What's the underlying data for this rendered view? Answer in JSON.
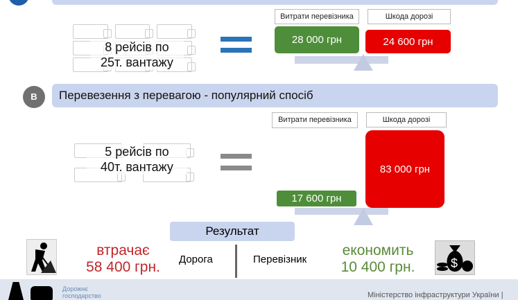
{
  "section_a": {
    "badge": "",
    "trips": "8 рейсів по",
    "load": "25т. вантажу",
    "carrier_label": "Витрати перевізника",
    "road_label": "Шкода дорозі",
    "carrier_cost": "28 000 грн",
    "road_damage": "24 600 грн"
  },
  "section_b": {
    "badge": "B",
    "title": "Перевезення з перевагою - популярний спосіб",
    "trips": "5 рейсів по",
    "load": "40т. вантажу",
    "carrier_label": "Витрати перевізника",
    "road_label": "Шкода дорозі",
    "carrier_cost": "17 600 грн",
    "road_damage": "83 000 грн"
  },
  "result": {
    "title": "Результат",
    "road": "Дорога",
    "carrier": "Перевізник",
    "road_verb": "втрачає",
    "road_amount": "58 400 грн.",
    "carrier_verb": "економить",
    "carrier_amount": "10 400 грн."
  },
  "footer": {
    "brand_line1": "Дорожнє",
    "brand_line2": "господарство",
    "ministry": "Міністерство інфраструктури України |"
  },
  "colors": {
    "green": "#4e8e3a",
    "red": "#e60000",
    "blue": "#2a74b8",
    "bar": "#c9d5ee"
  }
}
